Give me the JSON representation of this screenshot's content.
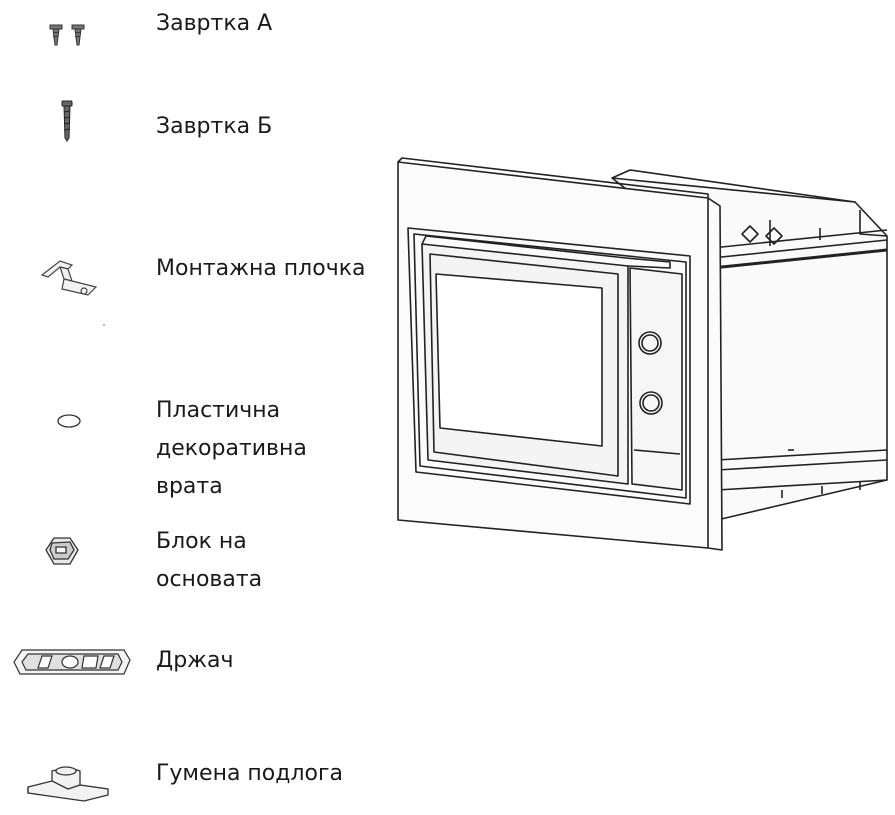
{
  "parts": [
    {
      "id": "screw-a",
      "label": "Завртка А",
      "icon": "screw-pair-icon"
    },
    {
      "id": "screw-b",
      "label": "Завртка Б",
      "icon": "long-screw-icon"
    },
    {
      "id": "mounting-plate",
      "label": "Монтажна плочка",
      "icon": "mounting-plate-icon"
    },
    {
      "id": "decor-door",
      "label": "Пластична\nдекоративна\nврата",
      "icon": "o-ring-icon"
    },
    {
      "id": "base-block",
      "label": "Блок на\nосновата",
      "icon": "hex-block-icon"
    },
    {
      "id": "holder",
      "label": "Држач",
      "icon": "holder-icon"
    },
    {
      "id": "rubber-pad",
      "label": "Гумена подлога",
      "icon": "rubber-pad-icon"
    }
  ],
  "illustration": {
    "name": "built-in-microwave-icon"
  }
}
